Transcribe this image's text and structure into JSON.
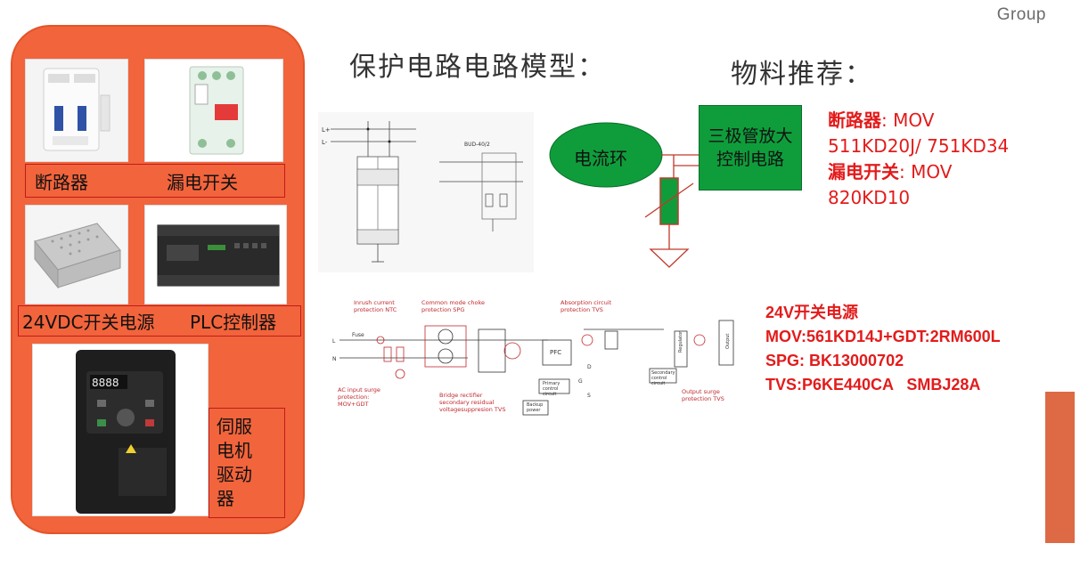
{
  "brand": "Group",
  "left_panel": {
    "row1": {
      "label_a": "断路器",
      "label_b": "漏电开关"
    },
    "row2": {
      "label_a": "24VDC开关电源",
      "label_b": "PLC控制器"
    },
    "row3": {
      "label_lines": [
        "伺服",
        "电机",
        "驱动",
        "器"
      ],
      "drive_display": "8888"
    }
  },
  "model_title": "保护电路电路模型：",
  "recommend_title": "物料推荐：",
  "circuit1": {
    "l_plus": "L+",
    "l_minus": "L-",
    "box_label": "BUD-40/2"
  },
  "loop_model": {
    "ellipse_label": "电流环",
    "green_box_label": "三极管放大控制电路"
  },
  "recommend_1": {
    "line1_label": "断路器",
    "line1_value": ": MOV",
    "line2": "511KD20J/ 751KD34",
    "line3_label": "漏电开关",
    "line3_value": ": MOV",
    "line4": "820KD10"
  },
  "recommend_2": {
    "title": "24V开关电源",
    "mov": "MOV:561KD14J+GDT:2RM600L",
    "spg": "SPG: BK13000702",
    "tvs": "TVS:P6KE440CA   SMBJ28A"
  },
  "psu_diagram": {
    "inrush": [
      "Inrush current",
      "protection NTC"
    ],
    "choke": [
      "Common mode choke",
      "protection SPG"
    ],
    "absorption": [
      "Absorption circuit",
      "protection TVS"
    ],
    "fuse": "Fuse",
    "l": "L",
    "n": "N",
    "pfc": "PFC",
    "ac_surge": [
      "AC input surge",
      "protection:",
      "MOV+GDT"
    ],
    "bridge": [
      "Bridge rectifier",
      "secondary residual",
      "voltagesuppresion TVS"
    ],
    "primary_ctrl": [
      "Primary",
      "control",
      "circuit"
    ],
    "backup": [
      "Backup",
      "power"
    ],
    "regulator": "Regulator",
    "secondary_ctrl": [
      "Secondary",
      "control",
      "circuit"
    ],
    "output": "Output",
    "output_surge": [
      "Output surge",
      "protection TVS"
    ],
    "d": "D",
    "g": "G",
    "s": "S"
  },
  "colors": {
    "panel": "#f2643c",
    "label_border": "#c21a1a",
    "green": "#0f9d3c",
    "accent_red": "#e31b1b",
    "right_bar": "#dd6a44"
  }
}
